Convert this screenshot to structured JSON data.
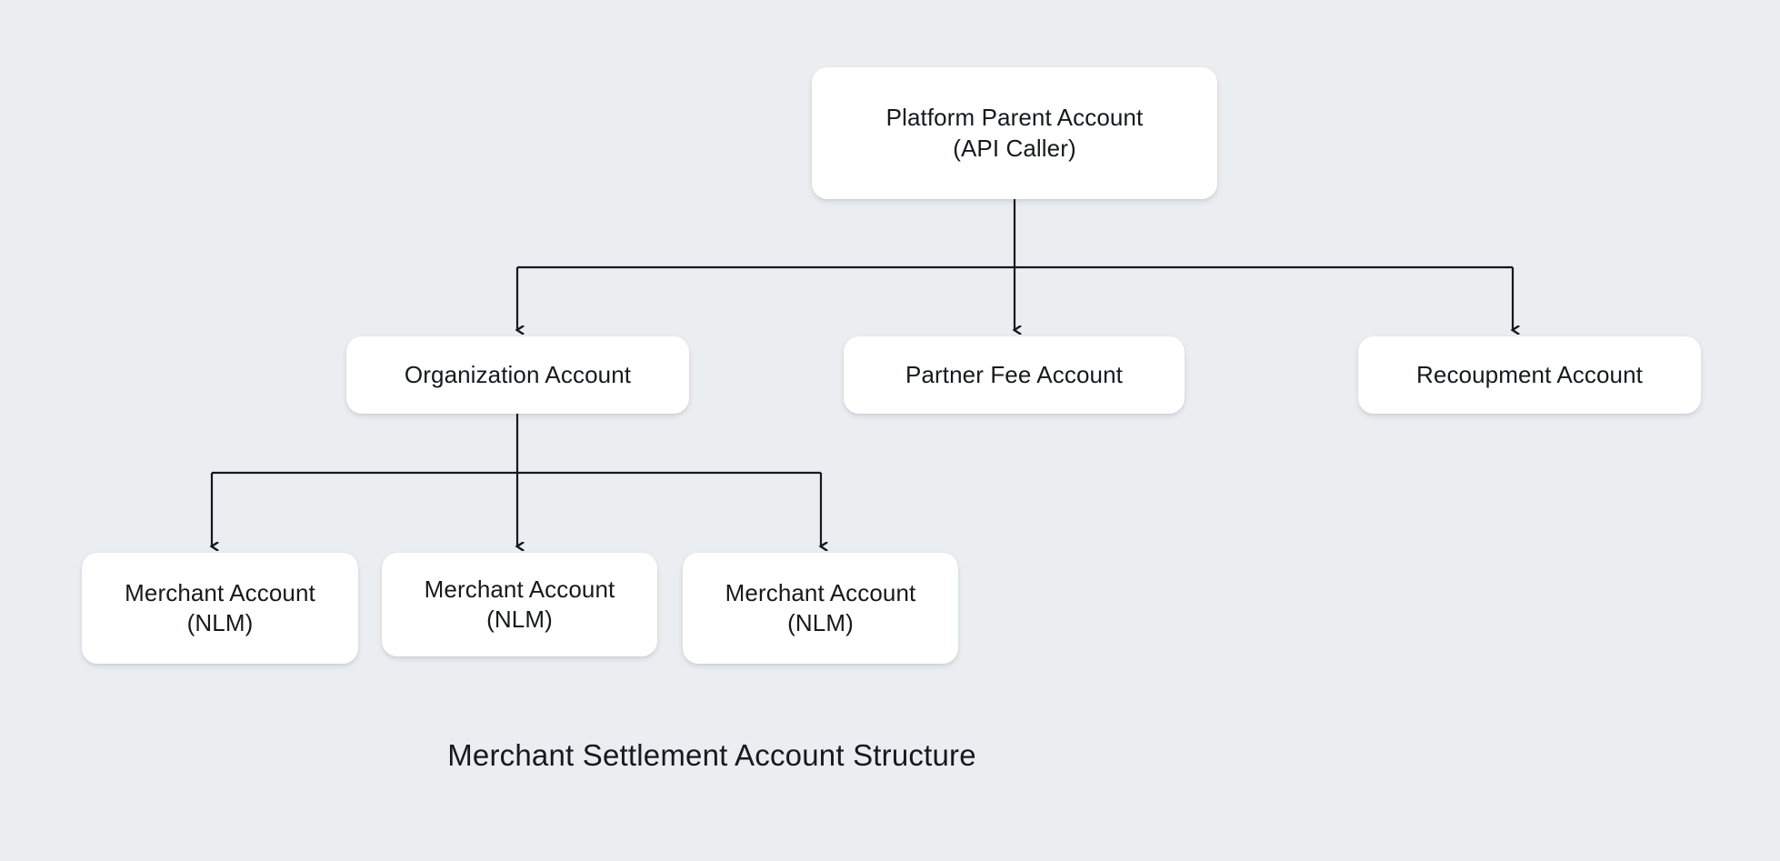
{
  "diagram": {
    "title": "Merchant Settlement Account Structure",
    "background_color": "#eaeef1",
    "node_fill_color": "#ffffff",
    "text_color": "#16191d",
    "connector_color": "#14181d",
    "type": "hierarchy-tree",
    "nodes": [
      {
        "id": "platform-parent",
        "label": "Platform Parent Account\n(API Caller)",
        "line1": "Platform Parent Account",
        "line2": "(API Caller)",
        "level": 1
      },
      {
        "id": "organization",
        "label": "Organization Account",
        "line1": "Organization Account",
        "level": 2
      },
      {
        "id": "partner-fee",
        "label": "Partner Fee Account",
        "line1": "Partner Fee Account",
        "level": 2
      },
      {
        "id": "recoupment",
        "label": "Recoupment Account",
        "line1": "Recoupment Account",
        "level": 2
      },
      {
        "id": "merchant-1",
        "label": "Merchant Account\n(NLM)",
        "line1": "Merchant Account",
        "line2": "(NLM)",
        "level": 3
      },
      {
        "id": "merchant-2",
        "label": "Merchant Account\n(NLM)",
        "line1": "Merchant Account",
        "line2": "(NLM)",
        "level": 3
      },
      {
        "id": "merchant-3",
        "label": "Merchant Account\n(NLM)",
        "line1": "Merchant Account",
        "line2": "(NLM)",
        "level": 3
      }
    ],
    "edges": [
      {
        "from": "platform-parent",
        "to": "organization",
        "arrow": true
      },
      {
        "from": "platform-parent",
        "to": "partner-fee",
        "arrow": true
      },
      {
        "from": "platform-parent",
        "to": "recoupment",
        "arrow": true
      },
      {
        "from": "organization",
        "to": "merchant-1",
        "arrow": true
      },
      {
        "from": "organization",
        "to": "merchant-2",
        "arrow": true
      },
      {
        "from": "organization",
        "to": "merchant-3",
        "arrow": true
      }
    ]
  }
}
